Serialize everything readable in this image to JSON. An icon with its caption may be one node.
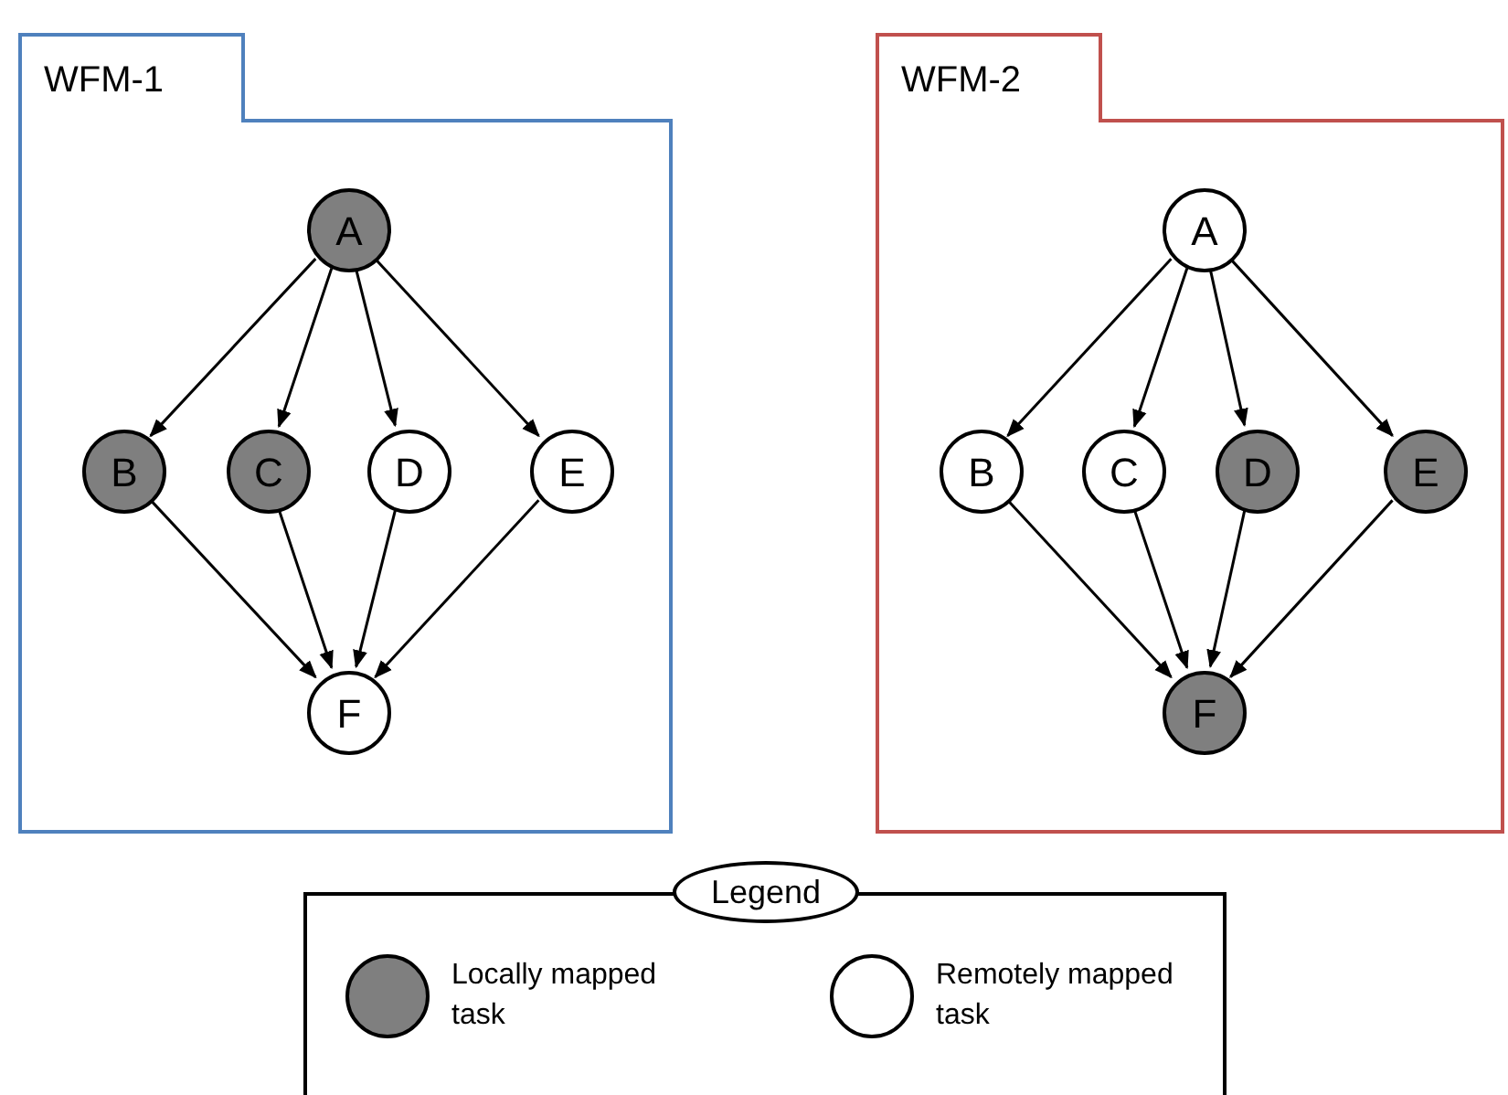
{
  "diagram": {
    "nodes": [
      {
        "text": [
          "WFM-1"
        ]
      },
      {
        "text": [
          "A"
        ],
        "in": 0
      },
      {
        "text": [
          "B"
        ],
        "in": 0
      },
      {
        "text": [
          "C"
        ],
        "in": 0
      },
      {
        "text": [
          "D"
        ],
        "in": 0
      },
      {
        "text": [
          "E"
        ],
        "in": 0
      },
      {
        "text": [
          "F"
        ],
        "in": 0
      },
      {
        "text": [
          "WFM-2"
        ]
      },
      {
        "text": [
          "A"
        ],
        "in": 7
      },
      {
        "text": [
          "B"
        ],
        "in": 7
      },
      {
        "text": [
          "C"
        ],
        "in": 7
      },
      {
        "text": [
          "D"
        ],
        "in": 7
      },
      {
        "text": [
          "E"
        ],
        "in": 7
      },
      {
        "text": [
          "F"
        ],
        "in": 7
      }
    ],
    "edges": [
      {
        "from": 1,
        "to": 2,
        "arrow": "to"
      },
      {
        "from": 1,
        "to": 3,
        "arrow": "to"
      },
      {
        "from": 1,
        "to": 4,
        "arrow": "to"
      },
      {
        "from": 1,
        "to": 5,
        "arrow": "to"
      },
      {
        "from": 2,
        "to": 6,
        "arrow": "to"
      },
      {
        "from": 3,
        "to": 6,
        "arrow": "to"
      },
      {
        "from": 4,
        "to": 6,
        "arrow": "to"
      },
      {
        "from": 5,
        "to": 6,
        "arrow": "to"
      },
      {
        "from": 8,
        "to": 9,
        "arrow": "to"
      },
      {
        "from": 8,
        "to": 10,
        "arrow": "to"
      },
      {
        "from": 8,
        "to": 11,
        "arrow": "to"
      },
      {
        "from": 8,
        "to": 12,
        "arrow": "to"
      },
      {
        "from": 9,
        "to": 13,
        "arrow": "to"
      },
      {
        "from": 10,
        "to": 13,
        "arrow": "to"
      },
      {
        "from": 11,
        "to": 13,
        "arrow": "to"
      },
      {
        "from": 12,
        "to": 13,
        "arrow": "to"
      }
    ],
    "labels": [
      "Legend"
    ],
    "legend": [
      {
        "text": "Locally mapped task",
        "color": "#7f7f7f"
      },
      {
        "text": "Remotely mapped task",
        "color": "#ffffff"
      }
    ]
  }
}
